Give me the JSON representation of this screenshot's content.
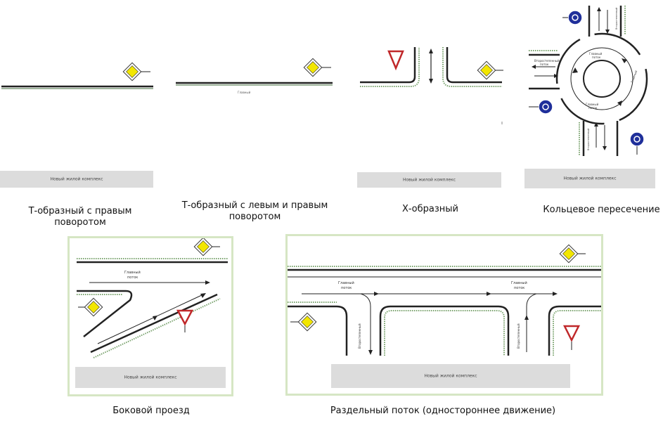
{
  "captions": {
    "t_right": "Т-образный с правым поворотом",
    "t_left_right_1": "Т-образный с левым и правым",
    "t_left_right_2": "поворотом",
    "x_shaped": "Х-образный",
    "roundabout": "Кольцевое пересечение",
    "side_passage": "Боковой проезд",
    "separate_flow": "Раздельный поток (одностороннее движение)"
  },
  "labels": {
    "residential": "Новый жилой комплекс",
    "main_road": "Главный",
    "main_flow_1": "Главный",
    "main_flow_2": "поток",
    "secondary_flow_1": "Второстепенный",
    "secondary_flow_2": "поток"
  },
  "colors": {
    "road": "#222222",
    "accent_green": "#3f6b3b",
    "sign_yellow": "#f2e600",
    "sign_red": "#c0282a",
    "sign_blue": "#1f2f9a",
    "complex_bg": "#dcdcdc",
    "panel_border": "#d6e6c4"
  },
  "icons": [
    "priority-road-sign-icon",
    "yield-sign-icon",
    "roundabout-sign-icon",
    "arrow-icon"
  ]
}
